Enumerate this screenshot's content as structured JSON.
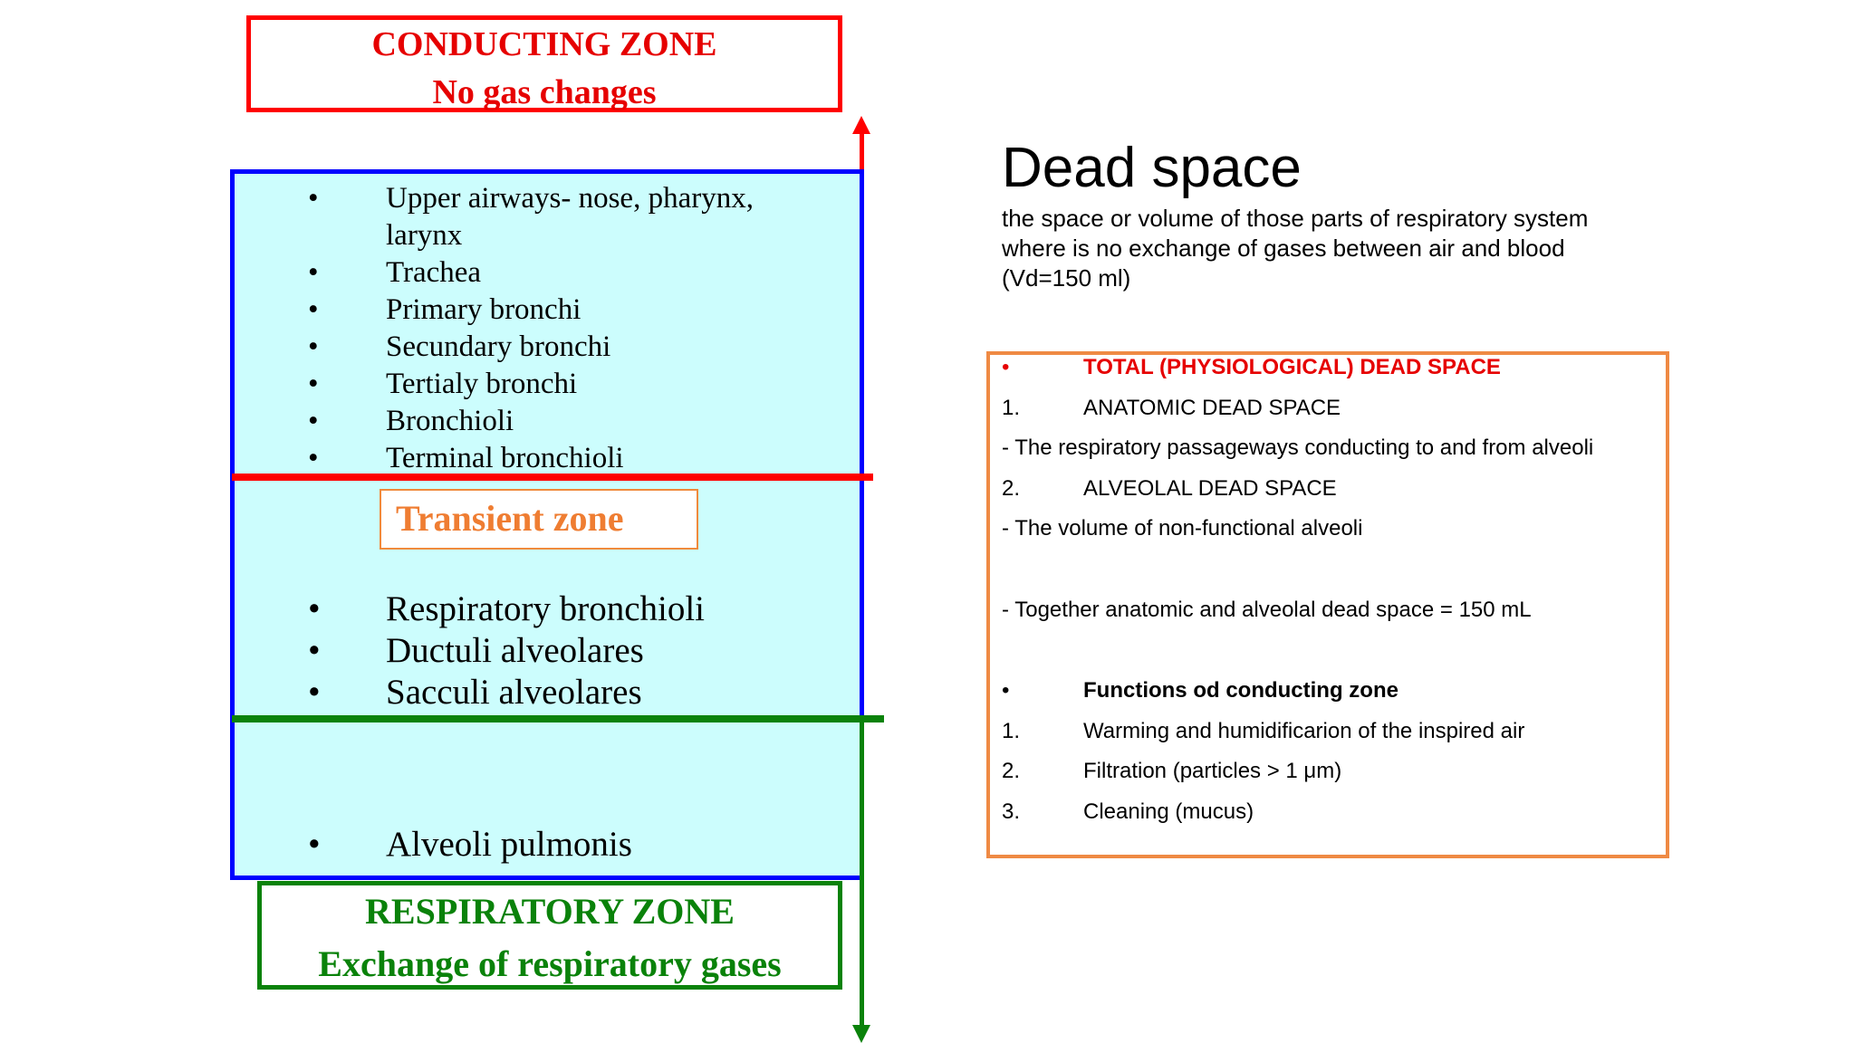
{
  "conducting_zone": {
    "title": "CONDUCTING ZONE",
    "subtitle": "No gas changes"
  },
  "bullet_symbol": "•",
  "upper_airways": [
    "Upper airways- nose, pharynx,",
    "larynx",
    "Trachea",
    "Primary bronchi",
    "Secundary bronchi",
    "Tertialy bronchi",
    "Bronchioli",
    "Terminal bronchioli"
  ],
  "transient_zone": {
    "label": "Transient zone",
    "items": [
      "Respiratory bronchioli",
      "Ductuli alveolares",
      "Sacculi alveolares"
    ]
  },
  "alveoli": "Alveoli pulmonis",
  "respiratory_zone": {
    "title": "RESPIRATORY ZONE",
    "subtitle": "Exchange of respiratory gases"
  },
  "dead_space": {
    "title": "Dead space",
    "definition_lines": [
      "the space or volume of those parts of respiratory system",
      "where is no exchange of gases between air and blood",
      "(Vd=150 ml)"
    ]
  },
  "box_rows": [
    {
      "marker": "•",
      "text": "TOTAL (PHYSIOLOGICAL) DEAD SPACE"
    },
    {
      "marker": "1.",
      "text": "ANATOMIC DEAD SPACE"
    },
    {
      "marker": "",
      "text": "- The respiratory passageways conducting to and from alveoli"
    },
    {
      "marker": "2.",
      "text": "ALVEOLAL DEAD SPACE"
    },
    {
      "marker": "",
      "text": "- The volume of non-functional alveoli"
    },
    {
      "marker": "",
      "text": "- Together anatomic and alveolal dead space = 150 mL"
    },
    {
      "marker": "•",
      "text": "Functions od conducting zone"
    },
    {
      "marker": "1.",
      "text": "Warming and humidificarion of the inspired air"
    },
    {
      "marker": "2.",
      "text": "Filtration (particles > 1 μm)"
    },
    {
      "marker": "3.",
      "text": "Cleaning (mucus)"
    }
  ],
  "colors": {
    "conducting": "#ff0000",
    "respiratory": "#0a820a",
    "transient": "#ef7d32",
    "panel_fill": "#ccfdfd",
    "panel_border": "#0000ff",
    "dead_space_border": "#ef8a44"
  }
}
